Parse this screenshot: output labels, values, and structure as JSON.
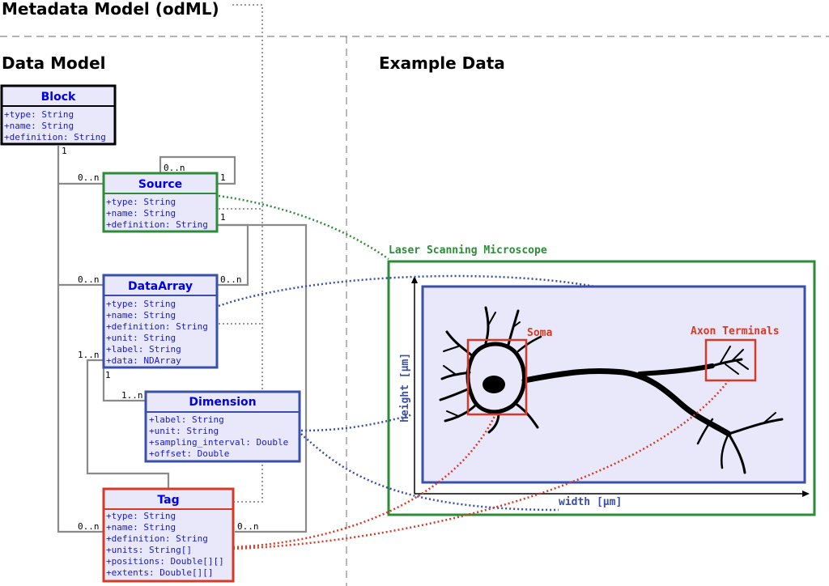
{
  "headings": {
    "metadata_model": "Metadata Model (odML)",
    "data_model": "Data Model",
    "example_data": "Example Data"
  },
  "classes": {
    "block": {
      "title": "Block",
      "attrs": [
        "+type: String",
        "+name: String",
        "+definition: String"
      ]
    },
    "source": {
      "title": "Source",
      "attrs": [
        "+type: String",
        "+name: String",
        "+definition: String"
      ]
    },
    "dataarray": {
      "title": "DataArray",
      "attrs": [
        "+type: String",
        "+name: String",
        "+definition: String",
        "+unit: String",
        "+label: String",
        "+data: NDArray"
      ]
    },
    "dimension": {
      "title": "Dimension",
      "attrs": [
        "+label: String",
        "+unit: String",
        "+sampling_interval: Double",
        "+offset: Double"
      ]
    },
    "tag": {
      "title": "Tag",
      "attrs": [
        "+type: String",
        "+name: String",
        "+definition: String",
        "+units: String[]",
        "+positions: Double[][]",
        "+extents: Double[][]"
      ]
    }
  },
  "multiplicities": {
    "block_one": "1",
    "source_many": "0..n",
    "source_self_many": "0..n",
    "source_self_one": "1",
    "source_one": "1",
    "dataarray_many": "0..n",
    "dataarray_src_many": "0..n",
    "dataarray_one": "1",
    "dimension_many": "1..n",
    "tag_da_many": "1..n",
    "tag_many": "0..n",
    "tag_src_many": "0..n"
  },
  "example": {
    "microscope_label": "Laser Scanning Microscope",
    "soma_label": "Soma",
    "axon_label": "Axon Terminals",
    "x_axis_label": "width [µm]",
    "y_axis_label": "height [µm]"
  },
  "colors": {
    "blue_border": "#3a4fa8",
    "green_border": "#2e8b3a",
    "red_border": "#d63a26",
    "box_fill": "#e8e8fa",
    "title_text": "#0000e6"
  }
}
